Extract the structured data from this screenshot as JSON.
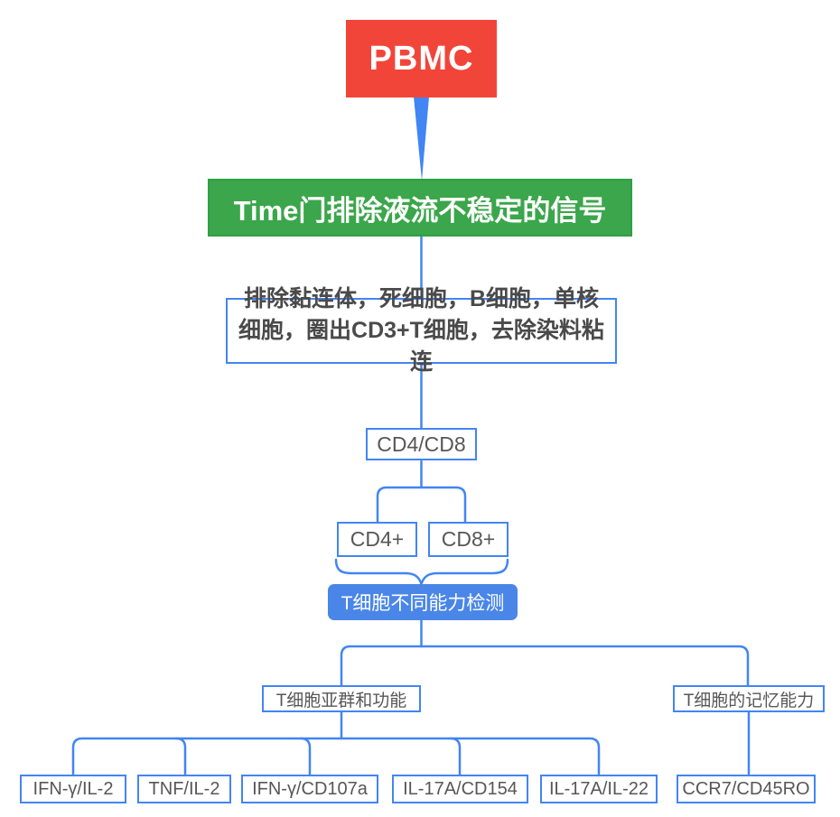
{
  "colors": {
    "red": "#F2453A",
    "green": "#3BA64B",
    "green_border": "#2FA044",
    "blue": "#4285F4",
    "blue_fill": "#4A86E8",
    "text_dark": "#4A4A4A",
    "text_gray": "#575757"
  },
  "nodes": {
    "pbmc": "PBMC",
    "time_gate": "Time门排除液流不稳定的信号",
    "exclusion": "排除黏连体，死细胞，B细胞，单核细胞，圈出CD3+T细胞，去除染料粘连",
    "cd4_cd8": "CD4/CD8",
    "cd4": "CD4+",
    "cd8": "CD8+",
    "ability": "T细胞不同能力检测",
    "subsets": "T细胞亚群和功能",
    "memory": "T细胞的记忆能力",
    "ifng_il2": "IFN-γ/IL-2",
    "tnf_il2": "TNF/IL-2",
    "ifng_cd107a": "IFN-γ/CD107a",
    "il17a_cd154": "IL-17A/CD154",
    "il17a_il22": "IL-17A/IL-22",
    "ccr7_cd45ro": "CCR7/CD45RO"
  },
  "hierarchy": {
    "pbmc": [
      "time_gate"
    ],
    "time_gate": [
      "exclusion"
    ],
    "exclusion": [
      "cd4_cd8"
    ],
    "cd4_cd8": [
      "cd4",
      "cd8"
    ],
    "cd4_cd8_brace_group": [
      "ability"
    ],
    "ability": [
      "subsets",
      "memory"
    ],
    "subsets": [
      "ifng_il2",
      "tnf_il2",
      "ifng_cd107a",
      "il17a_cd154",
      "il17a_il22"
    ],
    "memory": [
      "ccr7_cd45ro"
    ]
  }
}
